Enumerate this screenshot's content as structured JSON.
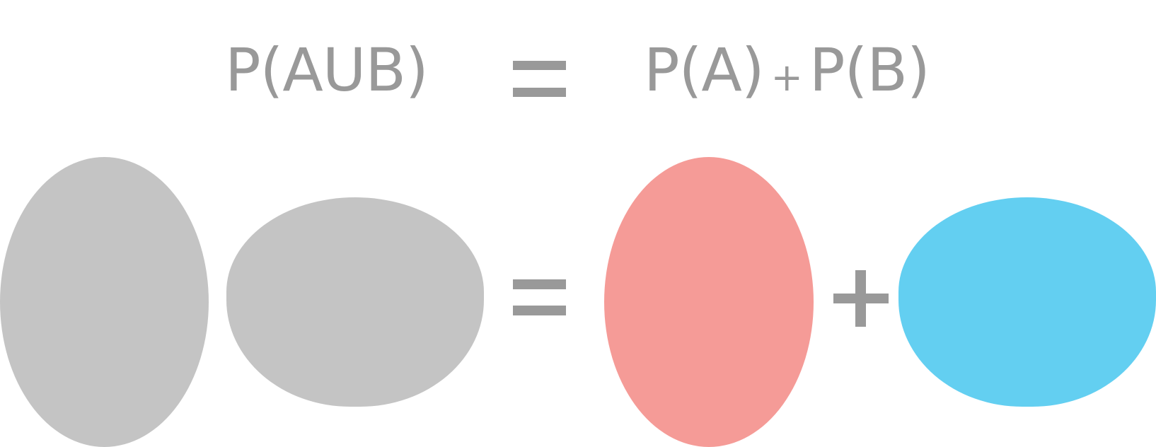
{
  "formula": {
    "lhs": "P(AUB)",
    "rhs_a": "P(A)",
    "plus": "+",
    "rhs_b": "P(B)"
  },
  "shapes": {
    "union_a_color": "#c4c4c4",
    "union_b_color": "#c4c4c4",
    "set_a_color": "#f59b97",
    "set_b_color": "#63cff1",
    "operator_color": "#999999"
  }
}
